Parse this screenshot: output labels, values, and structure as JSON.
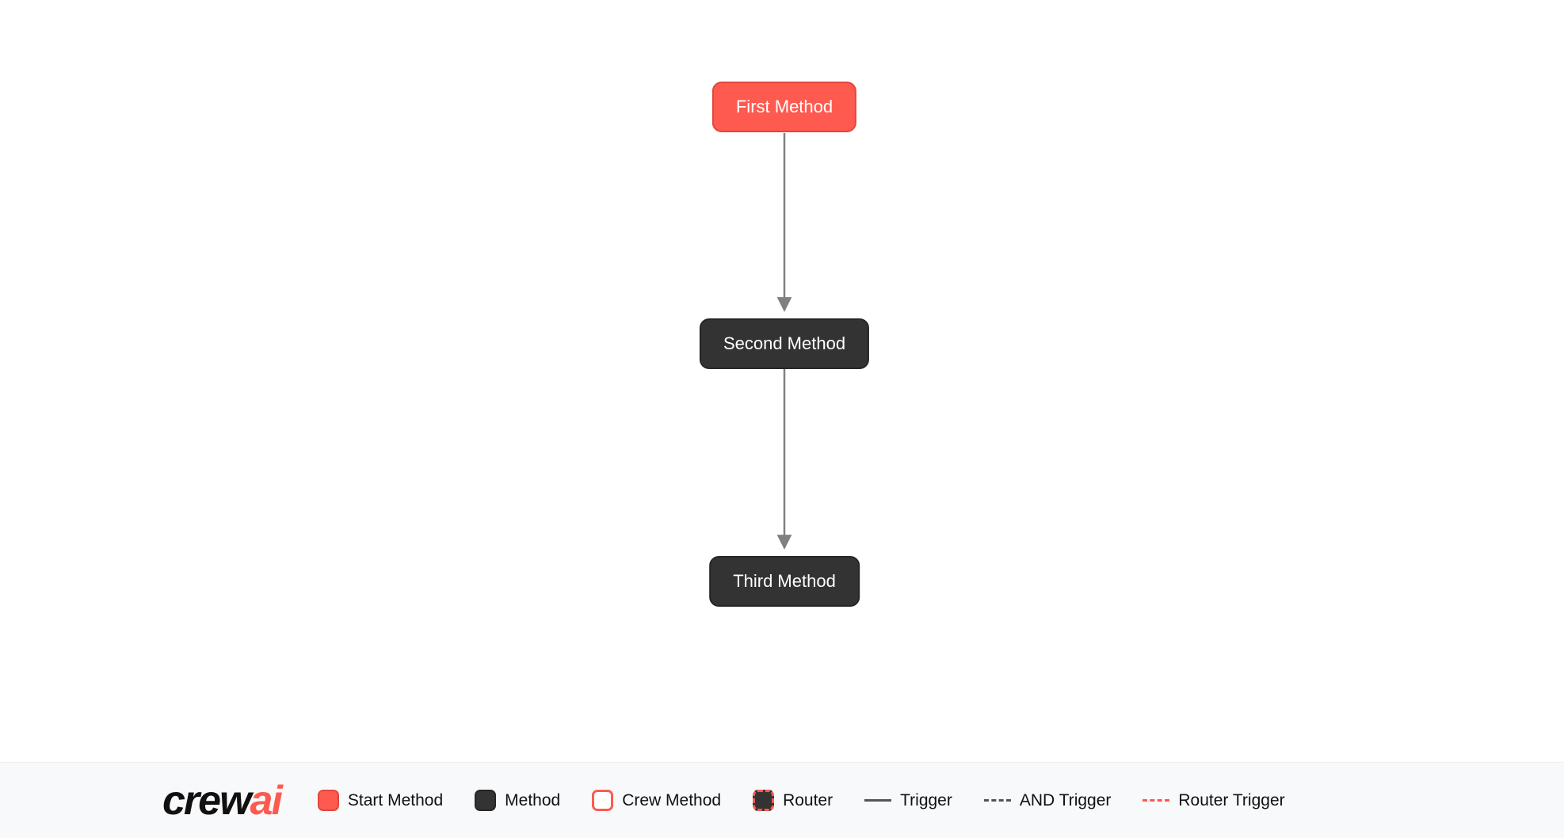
{
  "diagram": {
    "nodes": [
      {
        "label": "First Method",
        "type": "start-method"
      },
      {
        "label": "Second Method",
        "type": "method"
      },
      {
        "label": "Third Method",
        "type": "method"
      }
    ],
    "edges": [
      {
        "from": "First Method",
        "to": "Second Method",
        "type": "trigger"
      },
      {
        "from": "Second Method",
        "to": "Third Method",
        "type": "trigger"
      }
    ]
  },
  "legend": {
    "logo": {
      "crew": "crew",
      "ai": "ai"
    },
    "items": [
      {
        "label": "Start Method",
        "swatch": "start-method-swatch"
      },
      {
        "label": "Method",
        "swatch": "method-swatch"
      },
      {
        "label": "Crew Method",
        "swatch": "crew-method-swatch"
      },
      {
        "label": "Router",
        "swatch": "router-swatch"
      },
      {
        "label": "Trigger",
        "swatch": "trigger-line-swatch"
      },
      {
        "label": "AND Trigger",
        "swatch": "and-trigger-line-swatch"
      },
      {
        "label": "Router Trigger",
        "swatch": "router-trigger-line-swatch"
      }
    ]
  },
  "colors": {
    "start_method": "#FF5A50",
    "method": "#333333",
    "edge": "#808080",
    "legend_background": "#F8F9FA"
  }
}
